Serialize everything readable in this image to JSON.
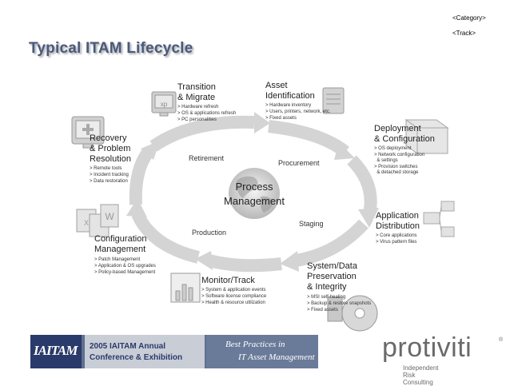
{
  "header": {
    "category": "<Category>",
    "track": "<Track>",
    "title": "Typical ITAM Lifecycle"
  },
  "center": {
    "line1": "Process",
    "line2": "Management"
  },
  "arc_labels": {
    "retirement": "Retirement",
    "procurement": "Procurement",
    "staging": "Staging",
    "production": "Production"
  },
  "stages": [
    {
      "title": [
        "Transition",
        "& Migrate"
      ],
      "bullets": [
        "> Hardware refresh",
        "> OS & applications refresh",
        "> PC personalities"
      ],
      "icon": "pc-migration-icon"
    },
    {
      "title": [
        "Asset",
        "Identification"
      ],
      "bullets": [
        "> Hardware inventory",
        "> Users, printers, network, etc.",
        "> Fixed assets"
      ],
      "icon": "server-icon"
    },
    {
      "title": [
        "Deployment",
        "& Configuration"
      ],
      "bullets": [
        "> OS deployment",
        "> Network configuration",
        "  & settings",
        "> Provision switches",
        "  & detached storage"
      ],
      "icon": "box-icon"
    },
    {
      "title": [
        "Application",
        "Distribution"
      ],
      "bullets": [
        "> Core applications",
        "> Virus pattern files"
      ],
      "icon": "distribution-icon"
    },
    {
      "title": [
        "System/Data",
        "Preservation",
        "& Integrity"
      ],
      "bullets": [
        "> MSI self-healing",
        "> Backup & restore snapshots",
        "> Fixed assets"
      ],
      "icon": "disc-icon"
    },
    {
      "title": [
        "Monitor/Track"
      ],
      "bullets": [
        "> System & application events",
        "> Software license compliance",
        "> Health & resource utilization"
      ],
      "icon": "chart-icon"
    },
    {
      "title": [
        "Configuration",
        "Management"
      ],
      "bullets": [
        "> Patch Management",
        "> Application & OS upgrades",
        "> Policy-based Management"
      ],
      "icon": "documents-icon"
    },
    {
      "title": [
        "Recovery",
        "& Problem",
        "Resolution"
      ],
      "bullets": [
        "> Remote tools",
        "> Incident tracking",
        "> Data restoration"
      ],
      "icon": "recovery-icon"
    }
  ],
  "footer": {
    "banner_logo": "IAITAM",
    "banner_line1": "2005 IAITAM Annual",
    "banner_line2": "Conference & Exhibition",
    "banner_best1": "Best Practices in",
    "banner_best2": "IT Asset Management",
    "brand": "protiviti",
    "brand_reg": "®",
    "brand_tag": "Independent Risk Consulting"
  },
  "colors": {
    "title": "#4a5a7a",
    "cycle_arrow": "#d4d4d4",
    "text": "#333333"
  }
}
